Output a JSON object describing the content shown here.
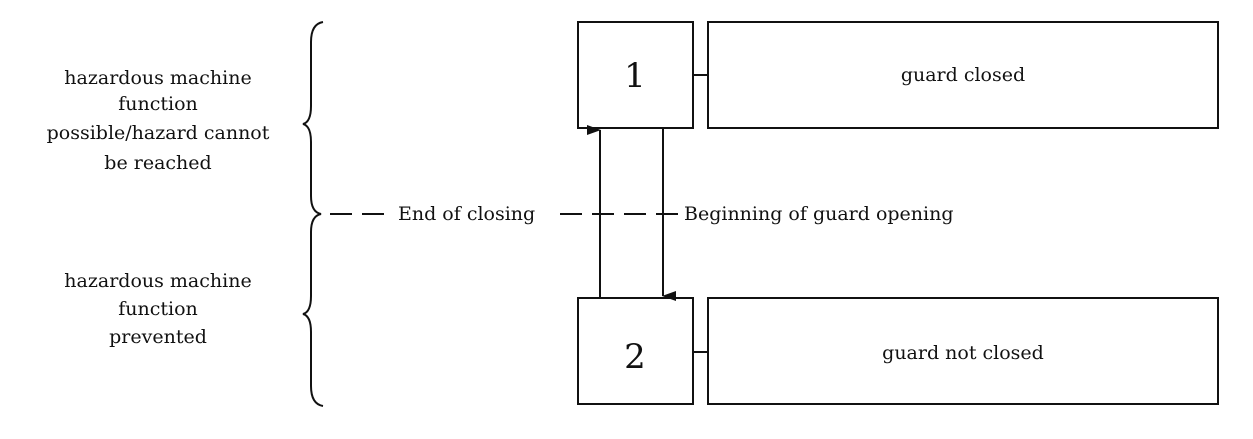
{
  "states": [
    {
      "number": "1",
      "label": "guard closed"
    },
    {
      "number": "2",
      "label": "guard not closed"
    }
  ],
  "side_labels": {
    "upper": [
      "hazardous machine",
      "function",
      "possible/hazard cannot",
      "be reached"
    ],
    "lower": [
      "hazardous machine",
      "function",
      "prevented"
    ]
  },
  "transitions": {
    "closing": "End of closing",
    "opening": "Beginning of guard opening"
  }
}
